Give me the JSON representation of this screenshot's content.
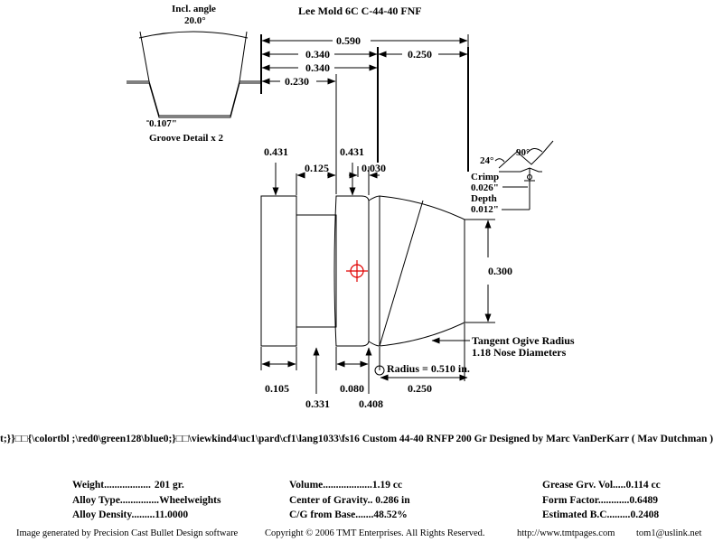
{
  "title": "Lee Mold 6C   C-44-40 FNF",
  "groove": {
    "angle_label": "Incl. angle",
    "angle_value": "20.0°",
    "width_value": "0.107\"",
    "caption": "Groove Detail x 2"
  },
  "dimensions": {
    "overall_length": "0.590",
    "d_0340_a": "0.340",
    "d_0340_b": "0.340",
    "d_0250_top": "0.250",
    "d_0230": "0.230",
    "d_0431_left": "0.431",
    "d_0431_right": "0.431",
    "d_0125": "0.125",
    "d_0030": "0.030",
    "d_0300": "0.300",
    "d_0105": "0.105",
    "d_0331": "0.331",
    "d_0080": "0.080",
    "d_0408": "0.408",
    "d_0250_bottom": "0.250",
    "radius": "Radius = 0.510 in."
  },
  "crimp": {
    "angle_24": "24°",
    "angle_90": "90°",
    "crimp_label": "Crimp",
    "crimp_value": "0.026\"",
    "depth_label": "Depth",
    "depth_value": "0.012\""
  },
  "ogive": {
    "line1": "Tangent Ogive Radius",
    "line2": "1.18  Nose Diameters"
  },
  "rtf_text": "t;}}□□{\\colortbl ;\\red0\\green128\\blue0;}□□\\viewkind4\\uc1\\pard\\cf1\\lang1033\\fs16 Custom 44-40 RNFP 200 Gr Designed by Marc VanDerKarr ( Mav Dutchman )",
  "stats": {
    "col1": [
      {
        "label": "Weight..................",
        "value": "201 gr."
      },
      {
        "label": "Alloy Type...............",
        "value": "Wheelweights"
      },
      {
        "label": "Alloy Density.........",
        "value": "11.0000"
      }
    ],
    "col2": [
      {
        "label": "Volume...................",
        "value": "1.19 cc"
      },
      {
        "label": "Center of Gravity.. ",
        "value": "0.286 in"
      },
      {
        "label": "C/G from Base.......",
        "value": "48.52%"
      }
    ],
    "col3": [
      {
        "label": "Grease Grv. Vol.....",
        "value": "0.114 cc"
      },
      {
        "label": "Form Factor............",
        "value": "0.6489"
      },
      {
        "label": "Estimated B.C.........",
        "value": "0.2408"
      }
    ]
  },
  "footer": {
    "generated": "Image generated by Precision Cast Bullet Design software",
    "copyright": "Copyright © 2006 TMT Enterprises. All Rights Reserved.",
    "website": "http://www.tmtpages.com",
    "email": "tom1@uslink.net"
  },
  "colors": {
    "cg_marker": "#e00000",
    "ink": "#000000"
  }
}
